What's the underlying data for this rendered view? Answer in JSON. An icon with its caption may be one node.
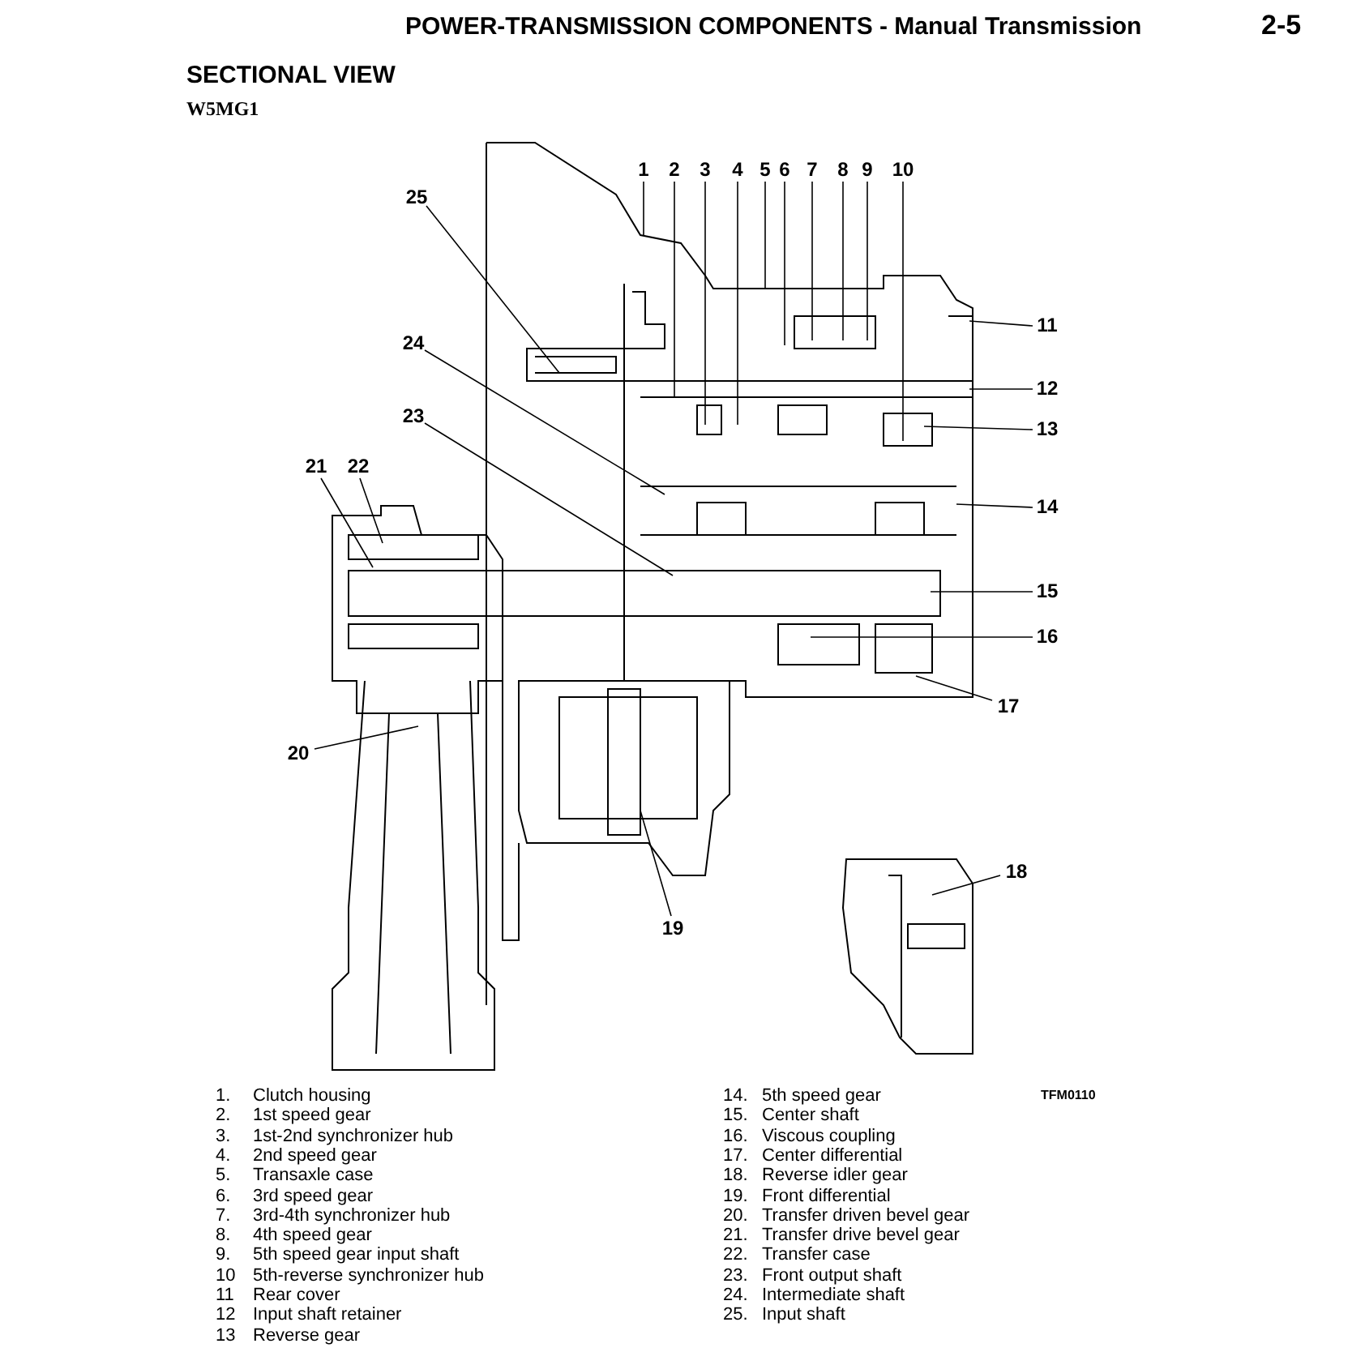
{
  "diagram": {
    "title": "POWER-TRANSMISSION COMPONENTS - Manual Transmission",
    "nodes": [
      {
        "text": [
          "1"
        ]
      },
      {
        "text": [
          "2"
        ]
      },
      {
        "text": [
          "3"
        ]
      },
      {
        "text": [
          "4"
        ]
      },
      {
        "text": [
          "5"
        ]
      },
      {
        "text": [
          "6"
        ]
      },
      {
        "text": [
          "7"
        ]
      },
      {
        "text": [
          "8"
        ]
      },
      {
        "text": [
          "9"
        ]
      },
      {
        "text": [
          "10"
        ]
      },
      {
        "text": [
          "11"
        ]
      },
      {
        "text": [
          "12"
        ]
      },
      {
        "text": [
          "13"
        ]
      },
      {
        "text": [
          "14"
        ]
      },
      {
        "text": [
          "15"
        ]
      },
      {
        "text": [
          "16"
        ]
      },
      {
        "text": [
          "17"
        ]
      },
      {
        "text": [
          "18"
        ]
      },
      {
        "text": [
          "19"
        ]
      },
      {
        "text": [
          "20"
        ]
      },
      {
        "text": [
          "21"
        ]
      },
      {
        "text": [
          "22"
        ]
      },
      {
        "text": [
          "23"
        ]
      },
      {
        "text": [
          "24"
        ]
      },
      {
        "text": [
          "25"
        ]
      }
    ],
    "edges": [
      {
        "from": 0,
        "to": null,
        "arrow": "none"
      },
      {
        "from": 1,
        "to": null,
        "arrow": "none"
      },
      {
        "from": 2,
        "to": null,
        "arrow": "none"
      },
      {
        "from": 3,
        "to": null,
        "arrow": "none"
      },
      {
        "from": 4,
        "to": null,
        "arrow": "none"
      },
      {
        "from": 5,
        "to": null,
        "arrow": "none"
      },
      {
        "from": 6,
        "to": null,
        "arrow": "none"
      },
      {
        "from": 7,
        "to": null,
        "arrow": "none"
      },
      {
        "from": 8,
        "to": null,
        "arrow": "none"
      },
      {
        "from": 9,
        "to": null,
        "arrow": "none"
      },
      {
        "from": 10,
        "to": null,
        "arrow": "none"
      },
      {
        "from": 11,
        "to": null,
        "arrow": "none"
      },
      {
        "from": 12,
        "to": null,
        "arrow": "none"
      },
      {
        "from": 13,
        "to": null,
        "arrow": "none"
      },
      {
        "from": 14,
        "to": null,
        "arrow": "none"
      },
      {
        "from": 15,
        "to": null,
        "arrow": "none"
      },
      {
        "from": 16,
        "to": null,
        "arrow": "none"
      },
      {
        "from": 17,
        "to": null,
        "arrow": "none"
      },
      {
        "from": 18,
        "to": null,
        "arrow": "none"
      },
      {
        "from": 19,
        "to": null,
        "arrow": "none"
      },
      {
        "from": 20,
        "to": null,
        "arrow": "none"
      },
      {
        "from": 21,
        "to": null,
        "arrow": "none"
      },
      {
        "from": 22,
        "to": null,
        "arrow": "none"
      },
      {
        "from": 23,
        "to": null,
        "arrow": "none"
      },
      {
        "from": 24,
        "to": null,
        "arrow": "none"
      }
    ],
    "labels": [
      "2-5",
      "SECTIONAL VIEW",
      "W5MG1",
      "1.",
      "Clutch housing",
      "14.",
      "5th speed gear",
      "2.",
      "1st speed gear",
      "15.",
      "Center shaft",
      "3.",
      "1st-2nd synchronizer hub",
      "16.",
      "Viscous coupling",
      "4.",
      "2nd speed gear",
      "17.",
      "Center differential",
      "5.",
      "Transaxle case",
      "18.",
      "Reverse idler gear",
      "6.",
      "3rd speed gear",
      "19.",
      "Front differential",
      "7.",
      "3rd-4th synchronizer hub",
      "20.",
      "Transfer driven bevel gear",
      "8.",
      "4th speed gear",
      "21.",
      "Transfer drive bevel gear",
      "9.",
      "5th speed gear input shaft",
      "22.",
      "Transfer case",
      "10",
      "5th-reverse synchronizer hub",
      "23.",
      "Front output shaft",
      "11",
      "Rear cover",
      "24.",
      "Intermediate shaft",
      "12",
      "Input shaft retainer",
      "25.",
      "Input shaft",
      "13",
      "Reverse gear",
      "TFM0110"
    ]
  }
}
